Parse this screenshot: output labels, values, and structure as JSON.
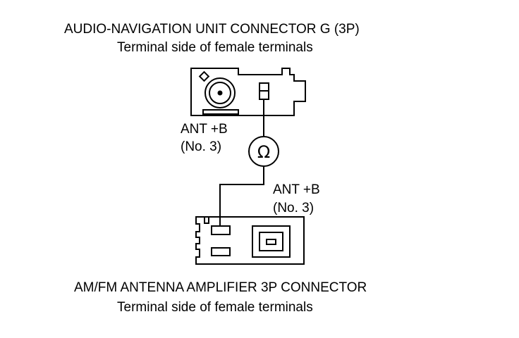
{
  "top_connector": {
    "title": "AUDIO-NAVIGATION UNIT CONNECTOR G (3P)",
    "subtitle": "Terminal side of female terminals",
    "terminal_label_line1": "ANT  +B",
    "terminal_label_line2": "(No. 3)"
  },
  "meter": {
    "symbol": "Ω"
  },
  "bottom_connector": {
    "title": "AM/FM ANTENNA AMPLIFIER 3P CONNECTOR",
    "subtitle": "Terminal side of female terminals",
    "terminal_label_line1": "ANT  +B",
    "terminal_label_line2": "(No. 3)"
  }
}
